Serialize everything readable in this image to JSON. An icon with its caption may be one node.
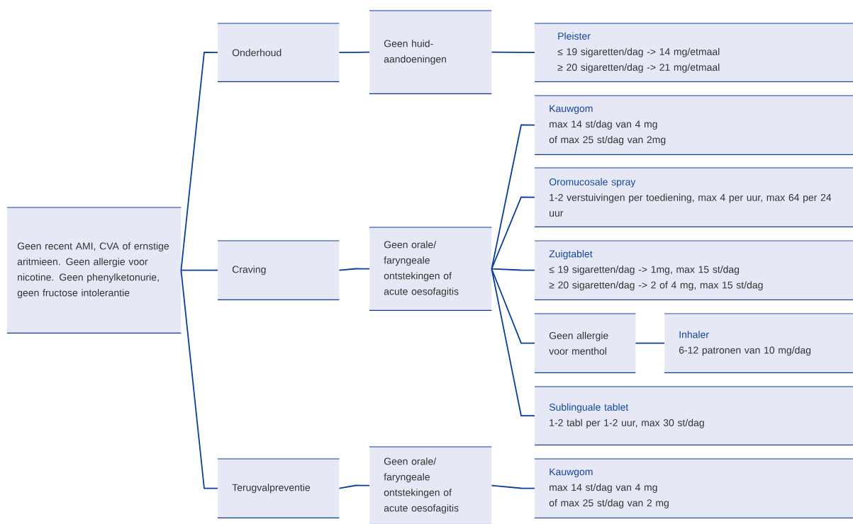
{
  "diagram": {
    "nodes": [
      {
        "text": [
          "Geen recent AMI, CVA of ernstige aritmieen. Geen allergie voor nicotine. Geen phenylketonurie, geen fructose intolerantie"
        ]
      },
      {
        "text": [
          "Onderhoud"
        ]
      },
      {
        "text": [
          "Craving"
        ]
      },
      {
        "text": [
          "Terugvalpreventie"
        ]
      },
      {
        "text": [
          "Geen huid-aandoeningen"
        ]
      },
      {
        "text": [
          "Geen orale/ faryngeale ontstekingen of acute oesofagitis"
        ]
      },
      {
        "text": [
          "Geen orale/ faryngeale ontstekingen of acute oesofagitis"
        ]
      },
      {
        "text": [
          "Pleister",
          "≤ 19 sigaretten/dag -> 14 mg/etmaal",
          "≥ 20 sigaretten/dag -> 21 mg/etmaal"
        ]
      },
      {
        "text": [
          "Kauwgom",
          "max 14 st/dag van 4 mg",
          "of max 25 st/dag van 2mg"
        ]
      },
      {
        "text": [
          "Oromucosale spray",
          "1-2 verstuivingen per toediening, max 4 per uur, max 64 per 24 uur"
        ]
      },
      {
        "text": [
          "Zuigtablet",
          "≤ 19 sigaretten/dag -> 1mg, max 15 st/dag",
          "≥ 20 sigaretten/dag -> 2 of 4 mg, max 15 st/dag"
        ]
      },
      {
        "text": [
          "Geen allergie voor menthol"
        ]
      },
      {
        "text": [
          "Inhaler",
          "6-12 patronen van 10 mg/dag"
        ]
      },
      {
        "text": [
          "Sublinguale tablet",
          "1-2 tabl per 1-2 uur, max 30 st/dag"
        ]
      },
      {
        "text": [
          "Kauwgom",
          "max 14 st/dag van 4 mg",
          "of max 25 st/dag van 2 mg"
        ]
      }
    ],
    "edges": [
      {
        "from": 0,
        "to": 1,
        "arrow": "none"
      },
      {
        "from": 0,
        "to": 2,
        "arrow": "none"
      },
      {
        "from": 0,
        "to": 3,
        "arrow": "none"
      },
      {
        "from": 1,
        "to": 4,
        "arrow": "none"
      },
      {
        "from": 2,
        "to": 5,
        "arrow": "none"
      },
      {
        "from": 3,
        "to": 6,
        "arrow": "none"
      },
      {
        "from": 4,
        "to": 7,
        "arrow": "none"
      },
      {
        "from": 5,
        "to": 8,
        "arrow": "none"
      },
      {
        "from": 5,
        "to": 9,
        "arrow": "none"
      },
      {
        "from": 5,
        "to": 10,
        "arrow": "none"
      },
      {
        "from": 5,
        "to": 11,
        "arrow": "none"
      },
      {
        "from": 5,
        "to": 13,
        "arrow": "none"
      },
      {
        "from": 11,
        "to": 12,
        "arrow": "none"
      },
      {
        "from": 6,
        "to": 14,
        "arrow": "none"
      }
    ]
  }
}
